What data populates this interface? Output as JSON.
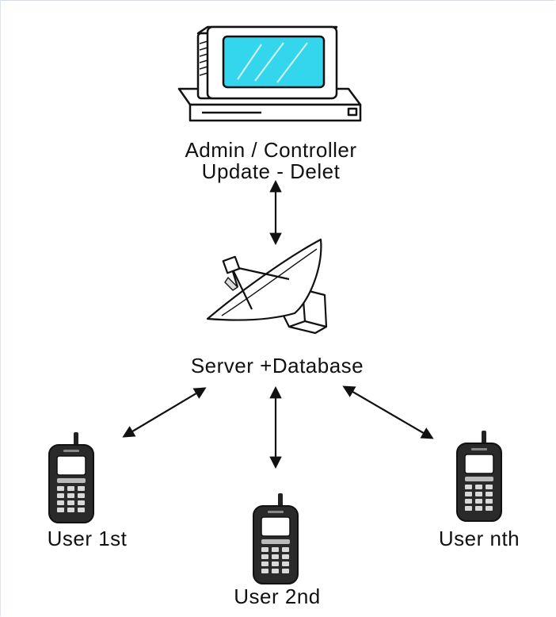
{
  "admin": {
    "line1": "Admin / Controller",
    "line2": "Update - Delet"
  },
  "server": {
    "label": "Server +Database"
  },
  "users": [
    {
      "label": "User 1st"
    },
    {
      "label": "User 2nd"
    },
    {
      "label": "User nth"
    }
  ],
  "colors": {
    "screen": "#33d6ec",
    "ink": "#111111",
    "phone_body": "#2a2a2a",
    "background": "#ffffff"
  },
  "icons": {
    "admin": "desktop-computer-icon",
    "server": "satellite-dish-icon",
    "user": "mobile-phone-icon"
  }
}
